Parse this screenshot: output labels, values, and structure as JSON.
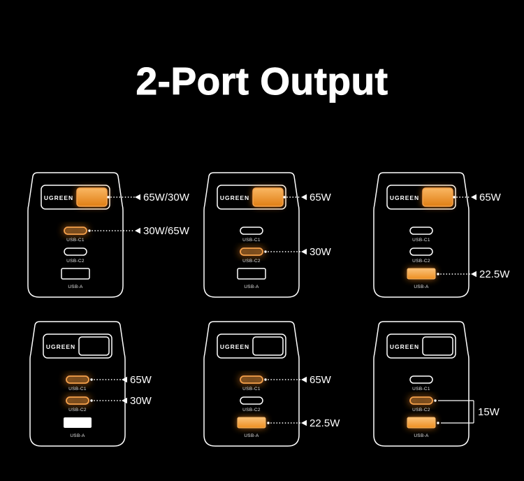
{
  "title": "2-Port Output",
  "brand_label": "UGREEN",
  "port_labels": {
    "c1": "USB-C1",
    "c2": "USB-C2",
    "a": "USB-A"
  },
  "colors": {
    "background": "#000000",
    "outline": "#FFFFFF",
    "accent_orange": "#F6A14B",
    "accent_orange_deep": "#E8821E",
    "text": "#FFFFFF"
  },
  "chargers": [
    {
      "name": "top-left",
      "active_ports": {
        "top_slot": true,
        "c1": true,
        "c2": false,
        "a": false
      },
      "usb_a_style": "outline",
      "callouts": [
        {
          "target": "top_slot",
          "label": "65W/30W"
        },
        {
          "target": "c1",
          "label": "30W/65W"
        }
      ]
    },
    {
      "name": "top-middle",
      "active_ports": {
        "top_slot": true,
        "c1": false,
        "c2": true,
        "a": false
      },
      "usb_a_style": "outline",
      "callouts": [
        {
          "target": "top_slot",
          "label": "65W"
        },
        {
          "target": "c2",
          "label": "30W"
        }
      ]
    },
    {
      "name": "top-right",
      "active_ports": {
        "top_slot": true,
        "c1": false,
        "c2": false,
        "a": true
      },
      "usb_a_style": "orange",
      "callouts": [
        {
          "target": "top_slot",
          "label": "65W"
        },
        {
          "target": "a",
          "label": "22.5W"
        }
      ]
    },
    {
      "name": "bottom-left",
      "active_ports": {
        "top_slot": false,
        "c1": true,
        "c2": true,
        "a": false
      },
      "usb_a_style": "white",
      "callouts": [
        {
          "target": "c1",
          "label": "65W"
        },
        {
          "target": "c2",
          "label": "30W"
        }
      ]
    },
    {
      "name": "bottom-middle",
      "active_ports": {
        "top_slot": false,
        "c1": true,
        "c2": false,
        "a": true
      },
      "usb_a_style": "orange",
      "callouts": [
        {
          "target": "c1",
          "label": "65W"
        },
        {
          "target": "a",
          "label": "22.5W"
        }
      ]
    },
    {
      "name": "bottom-right",
      "active_ports": {
        "top_slot": false,
        "c1": false,
        "c2": true,
        "a": true
      },
      "usb_a_style": "orange",
      "callouts": [
        {
          "target": "bracket_c2_a",
          "label": "15W"
        }
      ]
    }
  ]
}
